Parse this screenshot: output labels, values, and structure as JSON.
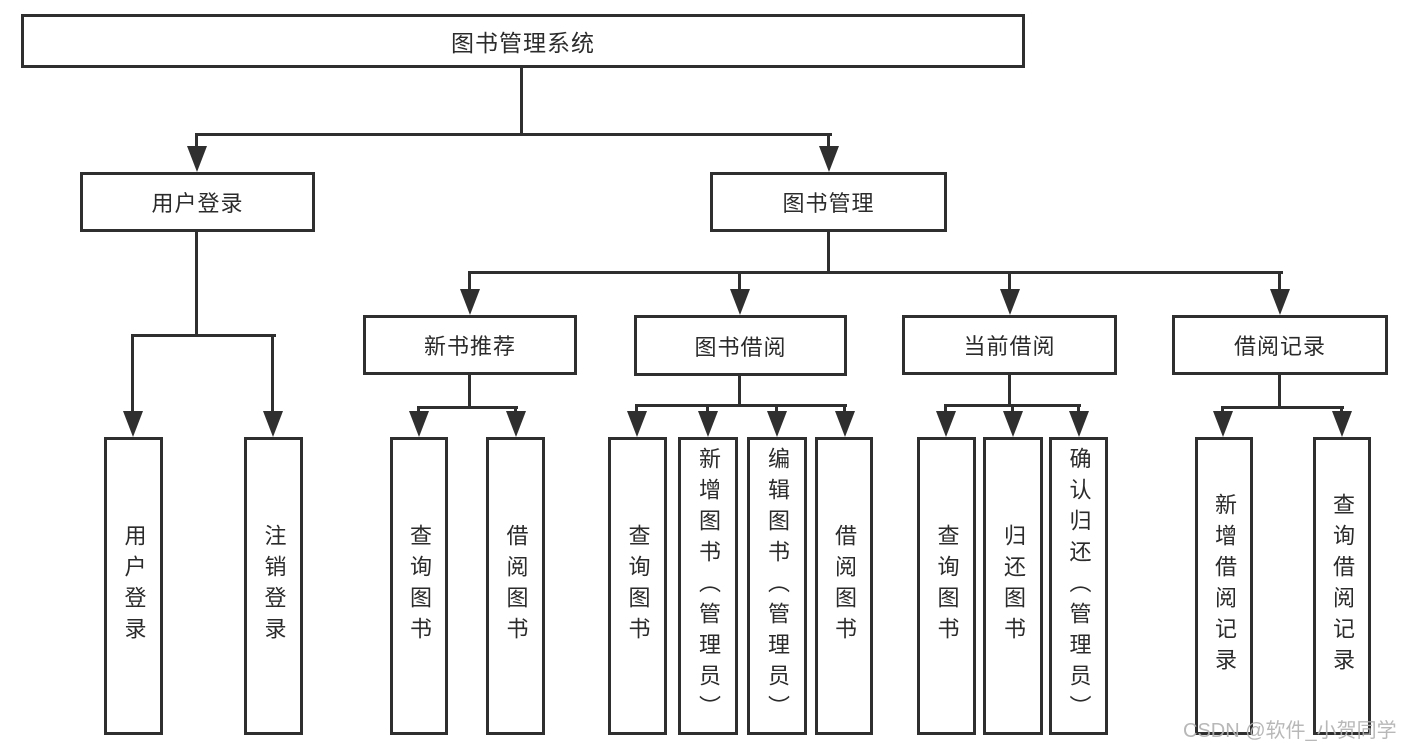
{
  "colors": {
    "line": "#2f2f2f",
    "text": "#2b2b2b",
    "background": "#ffffff",
    "watermark": "#b2b2b2"
  },
  "watermark": {
    "text": "CSDN @软件_小贺同学"
  },
  "tree": {
    "root": {
      "label": "图书管理系统"
    },
    "children": [
      {
        "label": "用户登录",
        "children": [
          {
            "label": "用户登录"
          },
          {
            "label": "注销登录"
          }
        ]
      },
      {
        "label": "图书管理",
        "children": [
          {
            "label": "新书推荐",
            "children": [
              {
                "label": "查询图书"
              },
              {
                "label": "借阅图书"
              }
            ]
          },
          {
            "label": "图书借阅",
            "children": [
              {
                "label": "查询图书"
              },
              {
                "label": "新增图书（管理员）"
              },
              {
                "label": "编辑图书（管理员）"
              },
              {
                "label": "借阅图书"
              }
            ]
          },
          {
            "label": "当前借阅",
            "children": [
              {
                "label": "查询图书"
              },
              {
                "label": "归还图书"
              },
              {
                "label": "确认归还（管理员）"
              }
            ]
          },
          {
            "label": "借阅记录",
            "children": [
              {
                "label": "新增借阅记录"
              },
              {
                "label": "查询借阅记录"
              }
            ]
          }
        ]
      }
    ]
  }
}
